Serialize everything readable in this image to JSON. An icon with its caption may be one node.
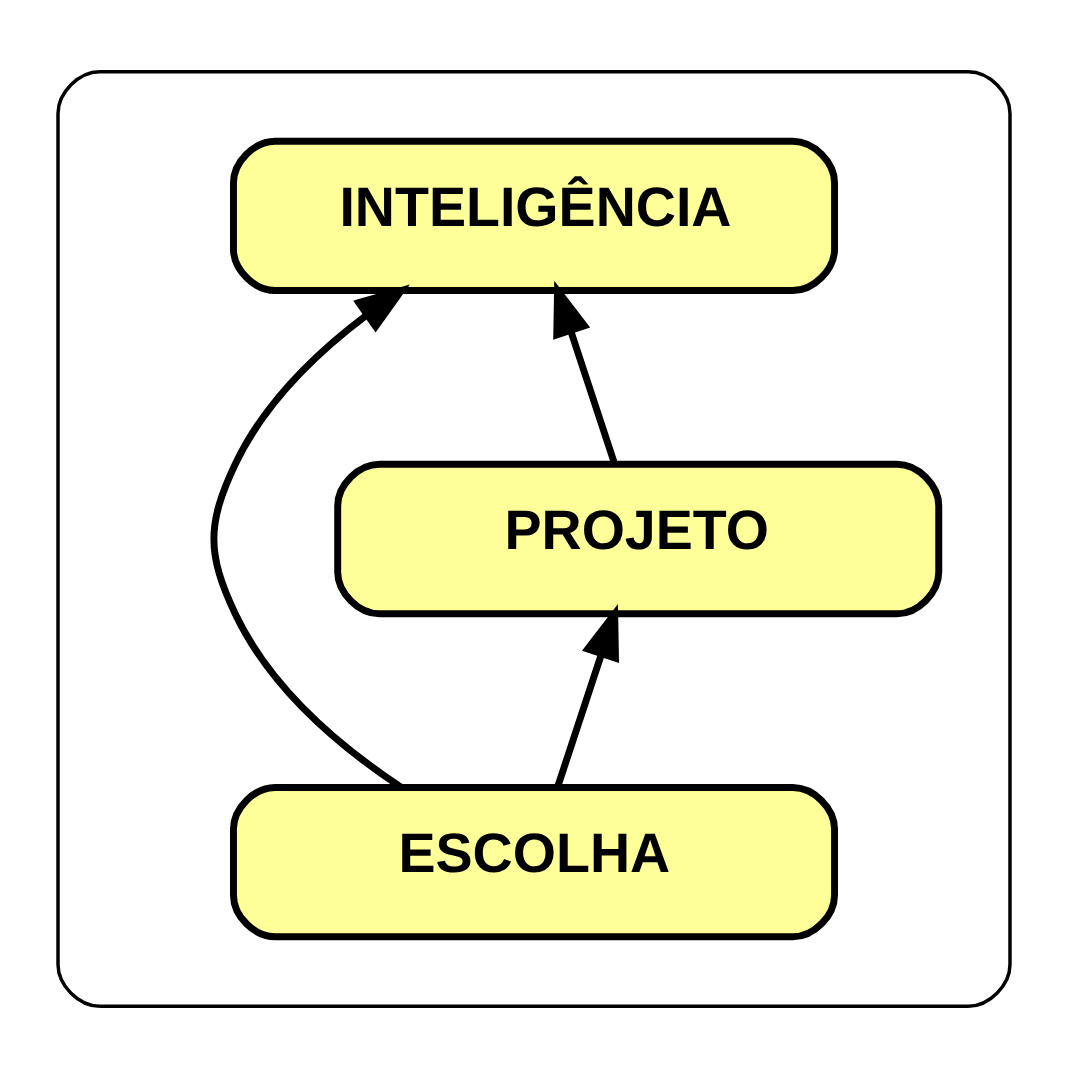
{
  "diagram": {
    "nodes": [
      {
        "text": [],
        "shape": "box"
      },
      {
        "text": [
          "INTELIGÊNCIA"
        ],
        "in": 0
      },
      {
        "text": [
          "PROJETO"
        ],
        "in": 0
      },
      {
        "text": [
          "ESCOLHA"
        ],
        "in": 0
      }
    ],
    "edges": [
      {
        "from": 2,
        "to": 1,
        "arrow": "to"
      },
      {
        "from": 3,
        "to": 2,
        "arrow": "to"
      },
      {
        "from": 3,
        "to": 1,
        "arrow": "to"
      }
    ]
  }
}
